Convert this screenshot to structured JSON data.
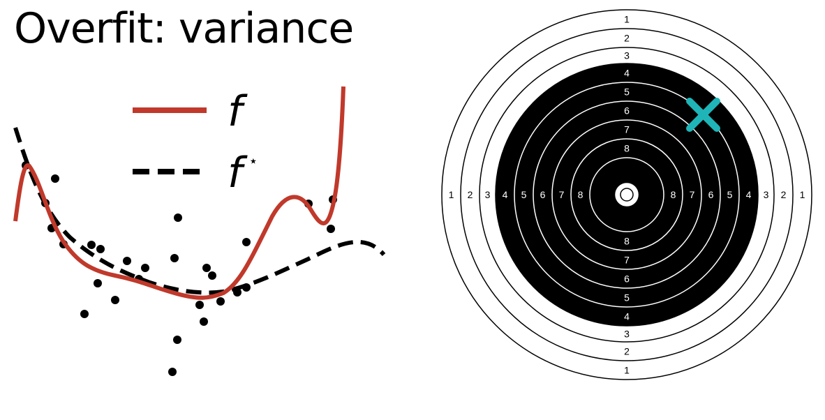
{
  "title": "Overfit: variance",
  "legend": {
    "fitted_label": "f",
    "target_label": "f",
    "target_superscript": "⋆"
  },
  "colors": {
    "fitted_curve": "#c0392b",
    "target_curve": "#000000",
    "marker": "#1fb5b8",
    "target_fill": "#000000"
  },
  "target": {
    "ring_numbers": [
      "1",
      "2",
      "3",
      "4",
      "5",
      "6",
      "7",
      "8"
    ],
    "shot_marker_icon": "x-mark-icon"
  }
}
